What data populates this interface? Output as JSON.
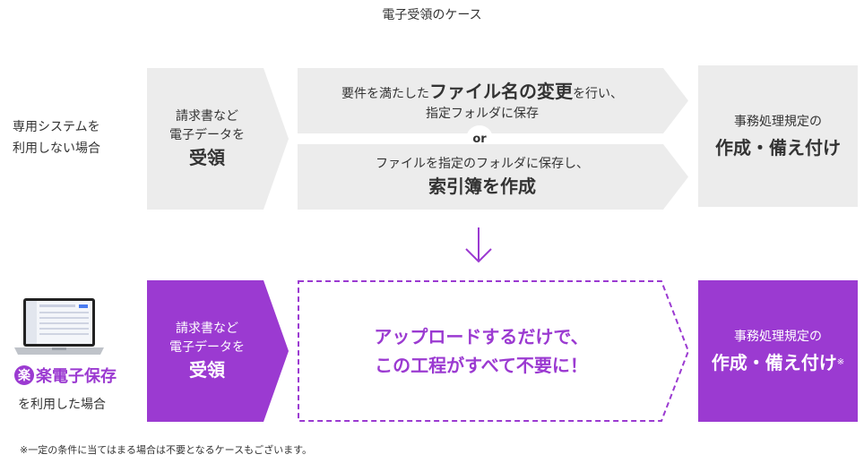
{
  "title": "電子受領のケース",
  "row1": {
    "label_line1": "専用システムを",
    "label_line2": "利用しない場合",
    "receive_line1": "請求書など",
    "receive_line2": "電子データを",
    "receive_bold": "受領",
    "optionA_pre": "要件を満たした",
    "optionA_bold": "ファイル名の変更",
    "optionA_post": "を行い、",
    "optionA_line2": "指定フォルダに保存",
    "or_label": "or",
    "optionB_line1": "ファイルを指定のフォルダに保存し、",
    "optionB_bold": "索引簿を作成",
    "result_line1": "事務処理規定の",
    "result_bold": "作成・備え付け"
  },
  "arrow_down": "↓",
  "row2": {
    "product_circle": "楽",
    "product_rest": "楽電子保存",
    "label_line": "を利用した場合",
    "receive_line1": "請求書など",
    "receive_line2": "電子データを",
    "receive_bold": "受領",
    "message_line1": "アップロードするだけで、",
    "message_line2": "この工程がすべて不要に！",
    "result_line1": "事務処理規定の",
    "result_bold": "作成・備え付け",
    "result_note": "※"
  },
  "footnote": "※一定の条件に当てはまる場合は不要となるケースもございます。"
}
